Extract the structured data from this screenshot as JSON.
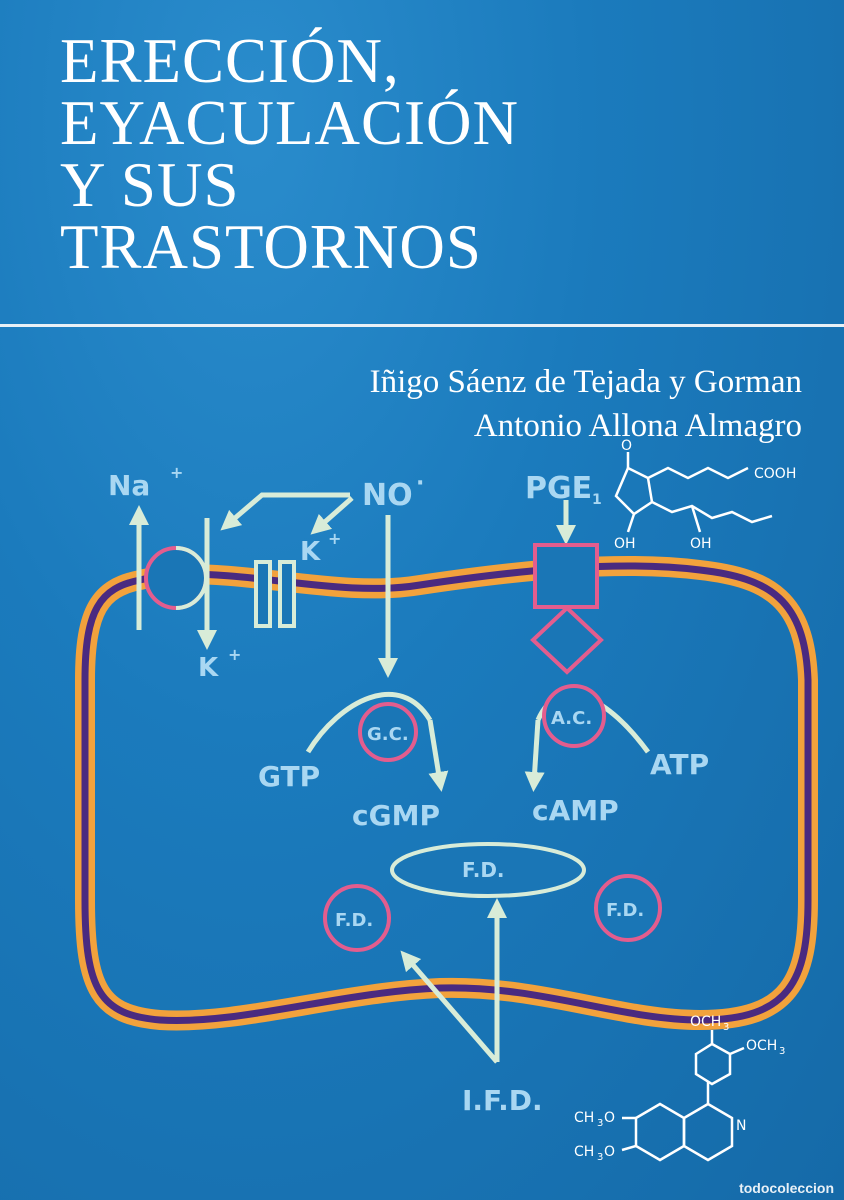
{
  "book": {
    "title_lines": [
      "ERECCIÓN,",
      "EYACULACIÓN",
      "Y SUS",
      "TRASTORNOS"
    ],
    "authors": [
      "Iñigo Sáenz de Tejada y Gorman",
      "Antonio Allona Almagro"
    ]
  },
  "diagram": {
    "labels": {
      "na": "Na",
      "na_sup": "+",
      "k_top": "K",
      "k_top_sup": "+",
      "k_bottom": "K",
      "k_bottom_sup": "+",
      "no": "NO",
      "no_sup": "·",
      "pge": "PGE",
      "pge_sub": "1",
      "gc": "G.C.",
      "ac": "A.C.",
      "gtp": "GTP",
      "atp": "ATP",
      "cgmp": "cGMP",
      "camp": "cAMP",
      "fd_center": "F.D.",
      "fd_left": "F.D.",
      "fd_right": "F.D.",
      "ifd": "I.F.D."
    },
    "chem": {
      "cooh": "COOH",
      "o": "O",
      "oh1": "OH",
      "oh2": "OH",
      "och3_a": "OCH",
      "och3_a_sub": "3",
      "och3_b": "OCH",
      "och3_b_sub": "3",
      "ch3o_a": "CH",
      "ch3o_a_sub": "3",
      "ch3o_a_end": "O",
      "ch3o_b": "CH",
      "ch3o_b_sub": "3",
      "ch3o_b_end": "O",
      "n": "N"
    },
    "colors": {
      "membrane_outer": "#f2a23c",
      "membrane_inner": "#4a2a80",
      "arrow": "#d8ecd8",
      "enzyme_ring": "#e35d8e",
      "label": "#a9d7f2"
    }
  },
  "watermark": "todocoleccion"
}
